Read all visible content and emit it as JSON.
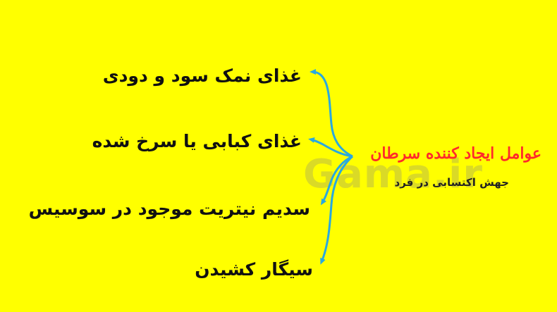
{
  "heading": {
    "title": "عوامل ایجاد کننده سرطان",
    "subtitle": "جهش اکتسابی در فرد"
  },
  "factors": [
    "غذای نمک سود و دودی",
    "غذای کبابی یا سرخ شده",
    "سدیم نیتریت موجود در سوسیس",
    "سیگار کشیدن"
  ],
  "watermark": "Gama.ir",
  "colors": {
    "background": "#ffff00",
    "arrow": "#29a8e0",
    "title": "#ff2a2a",
    "text": "#111111"
  }
}
